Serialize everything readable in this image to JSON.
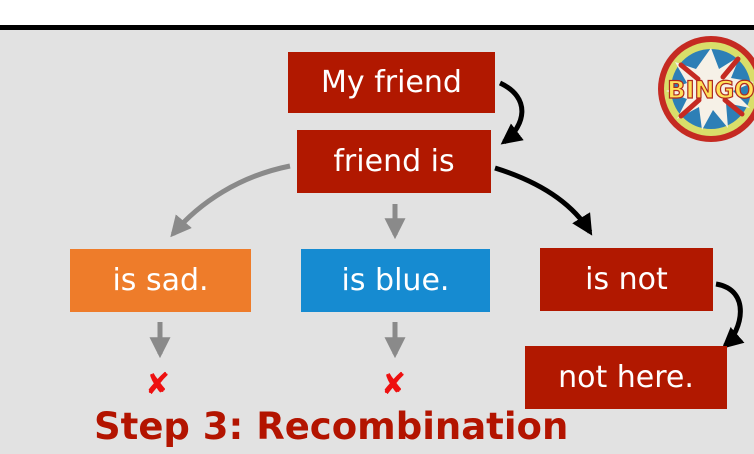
{
  "diagram": {
    "nodes": {
      "my_friend": "My friend",
      "friend_is": "friend is",
      "is_sad": "is sad.",
      "is_blue": "is blue.",
      "is_not": "is not",
      "not_here": "not here."
    },
    "rejected_marks": {
      "is_sad": "✘",
      "is_blue": "✘"
    },
    "caption": "Step 3: Recombination",
    "badge_text": "BINGO",
    "colors": {
      "red_node": "#b11800",
      "orange_node": "#ee7c2a",
      "blue_node": "#168bd1",
      "gray_arrow": "#8a8a8a",
      "black_arrow": "#000000",
      "x_mark": "#ee1010",
      "caption": "#b31400",
      "background": "#e2e2e2"
    },
    "icons": {
      "badge": "bingo-burst-badge",
      "reject": "cross-mark-icon"
    }
  }
}
